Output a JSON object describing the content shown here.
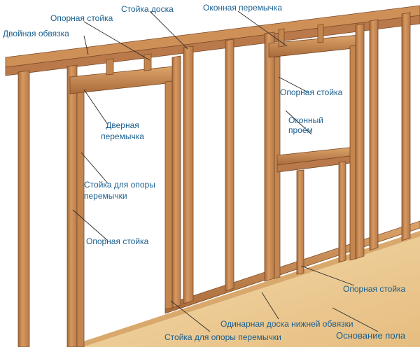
{
  "labels": {
    "double_top_plate": "Двойная обвязка",
    "king_stud_top": "Опорная стойка",
    "stud": "Стойка доска",
    "window_header": "Оконная перемычка",
    "king_stud_window": "Опорная стойка",
    "window_opening_1": "Оконный",
    "window_opening_2": "проём",
    "door_header_1": "Дверная",
    "door_header_2": "перемычка",
    "jack_stud_1": "Стойка для опоры",
    "jack_stud_2": "перемычки",
    "king_stud_left": "Опорная стойка",
    "king_stud_right": "Опорная стойка",
    "bottom_plate": "Одинарная доска нижней обвязки",
    "jack_stud_bottom": "Стойка для опоры перемычки",
    "subfloor": "Основание пола"
  },
  "colors": {
    "wood": "#c98a52",
    "wood_dark": "#8a5530",
    "wood_light": "#e0ab72",
    "floor": "#edc98e",
    "floor_light": "#f4dcae",
    "label": "#1a5f8f",
    "leader": "#2b2b2b"
  }
}
